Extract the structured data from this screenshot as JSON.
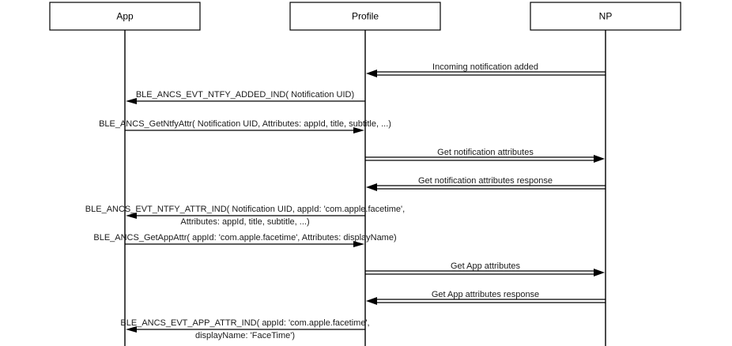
{
  "participants": [
    {
      "id": "app",
      "label": "App"
    },
    {
      "id": "profile",
      "label": "Profile"
    },
    {
      "id": "np",
      "label": "NP"
    }
  ],
  "messages": [
    {
      "from": "np",
      "to": "profile",
      "style": "double",
      "lines": [
        "Incoming notification added"
      ]
    },
    {
      "from": "profile",
      "to": "app",
      "style": "single",
      "lines": [
        "BLE_ANCS_EVT_NTFY_ADDED_IND( Notification UID)"
      ]
    },
    {
      "from": "app",
      "to": "profile",
      "style": "single",
      "lines": [
        "BLE_ANCS_GetNtfyAttr( Notification UID, Attributes: appId, title, subtitle, ...)"
      ]
    },
    {
      "from": "profile",
      "to": "np",
      "style": "double",
      "lines": [
        "Get notification attributes"
      ]
    },
    {
      "from": "np",
      "to": "profile",
      "style": "double",
      "lines": [
        "Get notification attributes response"
      ]
    },
    {
      "from": "profile",
      "to": "app",
      "style": "single",
      "lines": [
        "BLE_ANCS_EVT_NTFY_ATTR_IND( Notification UID, appId: 'com.apple.facetime',",
        "Attributes: appId, title, subtitle, ...)"
      ]
    },
    {
      "from": "app",
      "to": "profile",
      "style": "single",
      "lines": [
        "BLE_ANCS_GetAppAttr( appId: 'com.apple.facetime', Attributes: displayName)"
      ]
    },
    {
      "from": "profile",
      "to": "np",
      "style": "double",
      "lines": [
        "Get App attributes"
      ]
    },
    {
      "from": "np",
      "to": "profile",
      "style": "double",
      "lines": [
        "Get App attributes response"
      ]
    },
    {
      "from": "profile",
      "to": "app",
      "style": "single",
      "lines": [
        "BLE_ANCS_EVT_APP_ATTR_IND( appId: 'com.apple.facetime',",
        "displayName: 'FaceTime')"
      ]
    }
  ]
}
